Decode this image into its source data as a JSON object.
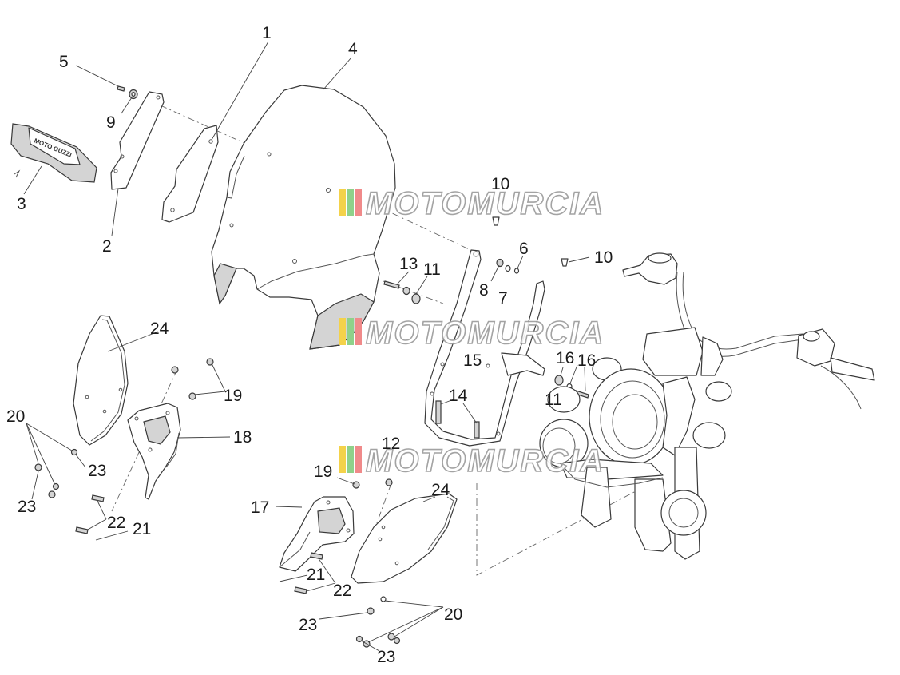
{
  "diagram": {
    "watermark_text": "MOTOMURCIA",
    "brand_logo_text": "MOTO GUZZI",
    "watermark_colors": [
      "#f4d24a",
      "#8fd18a",
      "#f08a8a"
    ],
    "callouts": [
      {
        "id": "c1",
        "label": "1"
      },
      {
        "id": "c2",
        "label": "2"
      },
      {
        "id": "c3",
        "label": "3"
      },
      {
        "id": "c4",
        "label": "4"
      },
      {
        "id": "c5",
        "label": "5"
      },
      {
        "id": "c6",
        "label": "6"
      },
      {
        "id": "c7",
        "label": "7"
      },
      {
        "id": "c8",
        "label": "8"
      },
      {
        "id": "c9",
        "label": "9"
      },
      {
        "id": "c10a",
        "label": "10"
      },
      {
        "id": "c10b",
        "label": "10"
      },
      {
        "id": "c11a",
        "label": "11"
      },
      {
        "id": "c11b",
        "label": "11"
      },
      {
        "id": "c12",
        "label": "12"
      },
      {
        "id": "c13",
        "label": "13"
      },
      {
        "id": "c14",
        "label": "14"
      },
      {
        "id": "c15",
        "label": "15"
      },
      {
        "id": "c16a",
        "label": "16"
      },
      {
        "id": "c16b",
        "label": "16"
      },
      {
        "id": "c17",
        "label": "17"
      },
      {
        "id": "c18",
        "label": "18"
      },
      {
        "id": "c19a",
        "label": "19"
      },
      {
        "id": "c19b",
        "label": "19"
      },
      {
        "id": "c20a",
        "label": "20"
      },
      {
        "id": "c20b",
        "label": "20"
      },
      {
        "id": "c21a",
        "label": "21"
      },
      {
        "id": "c21b",
        "label": "21"
      },
      {
        "id": "c22a",
        "label": "22"
      },
      {
        "id": "c22b",
        "label": "22"
      },
      {
        "id": "c23a",
        "label": "23"
      },
      {
        "id": "c23b",
        "label": "23"
      },
      {
        "id": "c23c",
        "label": "23"
      },
      {
        "id": "c23d",
        "label": "23"
      },
      {
        "id": "c24a",
        "label": "24"
      },
      {
        "id": "c24b",
        "label": "24"
      }
    ]
  }
}
